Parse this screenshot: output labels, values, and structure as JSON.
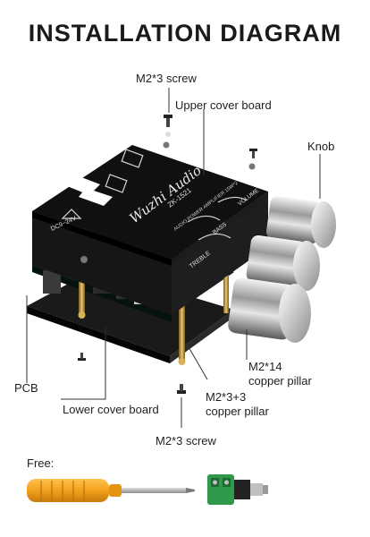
{
  "title": "INSTALLATION DIAGRAM",
  "labels": {
    "top_screw": "M2*3 screw",
    "upper_cover": "Upper cover board",
    "knob": "Knob",
    "pcb": "PCB",
    "pillar_14_line1": "M2*14",
    "pillar_14_line2": "copper pillar",
    "pillar_3_line1": "M2*3+3",
    "pillar_3_line2": "copper pillar",
    "lower_cover": "Lower cover board",
    "bottom_screw": "M2*3 screw",
    "free": "Free:"
  },
  "board_print": {
    "brand": "Wuzhi Audio",
    "model": "ZK-1521",
    "subtitle": "AUDIO POWER AMPLIFIER 15W*2",
    "voltage": "DC9~24V",
    "treble": "TREBLE",
    "bass": "BASS",
    "volume": "VOLUME"
  },
  "colors": {
    "board": "#111111",
    "pcb": "#0b1f14",
    "screwdriver_handle": "#f2a01d",
    "connector_green": "#2e9a4a"
  }
}
